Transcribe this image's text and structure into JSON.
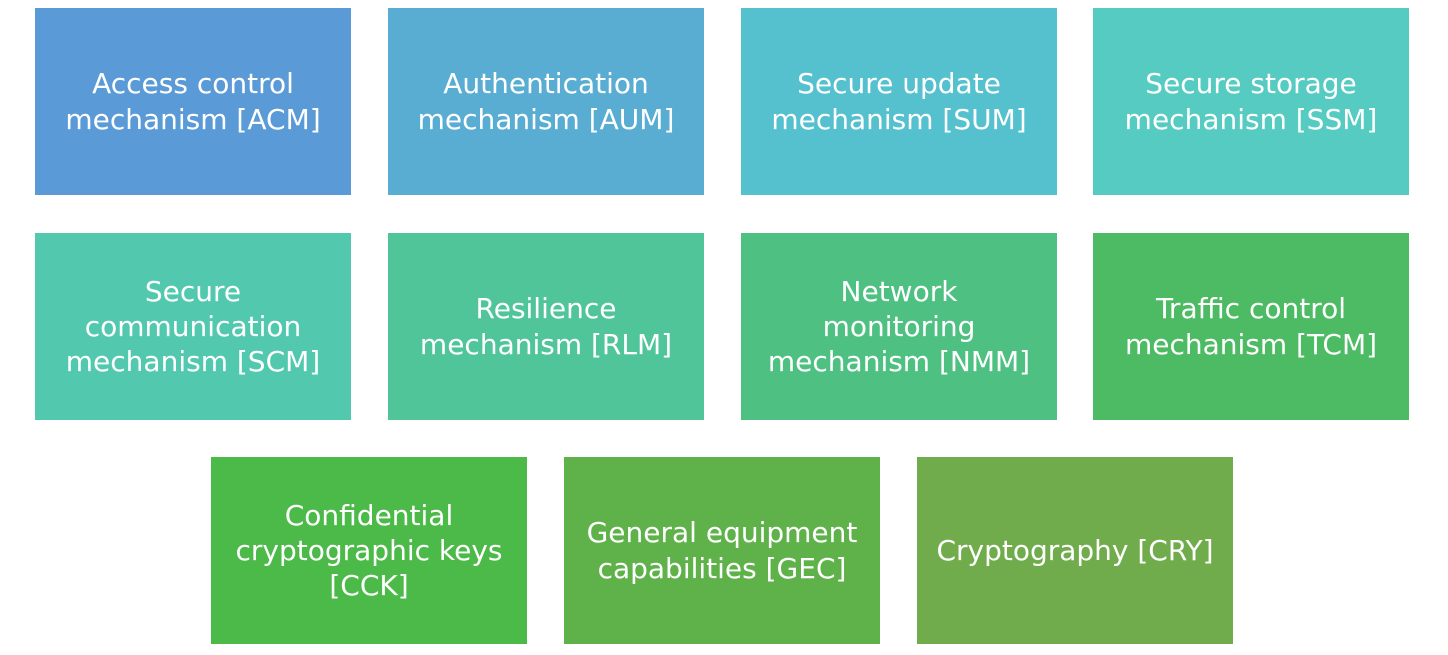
{
  "boxes": [
    {
      "id": "acm",
      "lines": [
        "Access control",
        "mechanism [ACM]"
      ],
      "color": "#5A9AD6"
    },
    {
      "id": "aum",
      "lines": [
        "Authentication",
        "mechanism [AUM]"
      ],
      "color": "#59ADD3"
    },
    {
      "id": "sum",
      "lines": [
        "Secure update",
        "mechanism [SUM]"
      ],
      "color": "#55C1CF"
    },
    {
      "id": "ssm",
      "lines": [
        "Secure storage",
        "mechanism [SSM]"
      ],
      "color": "#55CBC1"
    },
    {
      "id": "scm",
      "lines": [
        "Secure",
        "communication",
        "mechanism [SCM]"
      ],
      "color": "#52C9AE"
    },
    {
      "id": "rlm",
      "lines": [
        "Resilience",
        "mechanism [RLM]"
      ],
      "color": "#50C59A"
    },
    {
      "id": "nmm",
      "lines": [
        "Network",
        "monitoring",
        "mechanism [NMM]"
      ],
      "color": "#4EC182"
    },
    {
      "id": "tcm",
      "lines": [
        "Traffic control",
        "mechanism [TCM]"
      ],
      "color": "#4CBB63"
    },
    {
      "id": "cck",
      "lines": [
        "Confidential",
        "cryptographic keys",
        "[CCK]"
      ],
      "color": "#4CBA48"
    },
    {
      "id": "gec",
      "lines": [
        "General equipment",
        "capabilities [GEC]"
      ],
      "color": "#5FB24A"
    },
    {
      "id": "cry",
      "lines": [
        "Cryptography [CRY]"
      ],
      "color": "#70AC4B"
    }
  ]
}
